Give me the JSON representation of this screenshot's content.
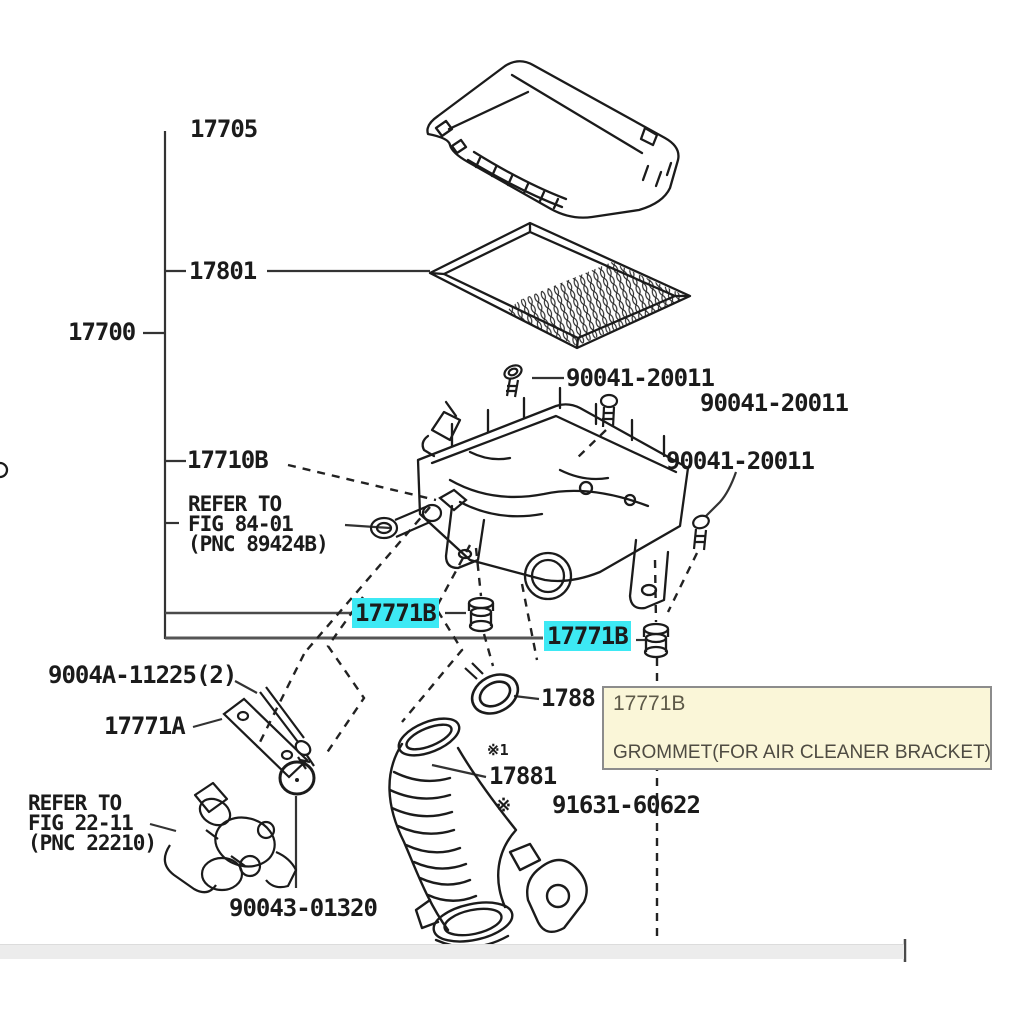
{
  "labels": {
    "l17705": "17705",
    "l17801": "17801",
    "l17700": "17700",
    "l17710b": "17710B",
    "bolt1": "90041-20011",
    "bolt2": "90041-20011",
    "bolt3": "90041-20011",
    "grommet1": "17771B",
    "grommet2": "17771B",
    "stud": "9004A-11225(2)",
    "bracket": "17771A",
    "clip": "90043-01320",
    "hose": "17881",
    "hose_cut": "1788",
    "inlet2": "91631-60622",
    "mark1": "※1",
    "mark2": "※"
  },
  "refer_notes": {
    "fig8401": {
      "line1": "REFER TO",
      "line2": "FIG 84-01",
      "line3": "(PNC 89424B)"
    },
    "fig2211": {
      "line1": "REFER TO",
      "line2": "FIG 22-11",
      "line3": "(PNC 22210)"
    }
  },
  "tooltip": {
    "part_no": "17771B",
    "description": "GROMMET(FOR AIR CLEANER BRACKET)"
  },
  "colors": {
    "highlight": "#3DE9F4",
    "tooltip_bg": "#FAF6D8",
    "tooltip_border": "#8C8C8C",
    "tooltip_title": "#5D5948",
    "tooltip_desc": "#4E4B42",
    "ink": "#1B1B1B"
  }
}
